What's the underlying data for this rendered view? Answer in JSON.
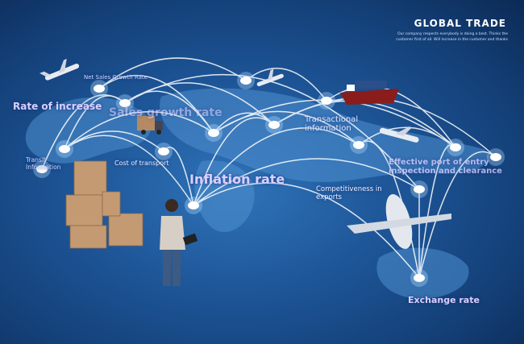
{
  "header": {
    "title": "GLOBAL TRADE",
    "subtitle": "Our company respects everybody is doing a best. Thinks the customer first of all. Will increase in the customer and thanks"
  },
  "labels": {
    "net_sales_growth_rate": "Net Sales Growth Rate",
    "rate_of_increase": "Rate of increase",
    "sales_growth_rate": "Sales growth rate",
    "transit_information": "Transit Information",
    "cost_of_transport": "Cost of transport",
    "inflation_rate": "Inflation rate",
    "transactional_information": "Transactional information",
    "effective_port": "Effective port of entry inspection and clearance",
    "competitiveness": "Competitiveness in exports",
    "exchange_rate": "Exchange rate"
  },
  "colors": {
    "background": "#1d5597",
    "arc": "#ffffff",
    "label": "#c9d6ff"
  }
}
